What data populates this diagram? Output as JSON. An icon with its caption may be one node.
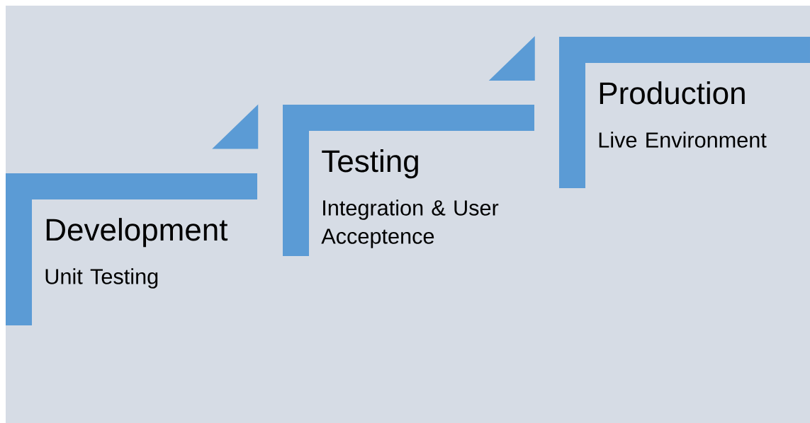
{
  "diagram": {
    "nodes": [
      {
        "text": [
          "Development",
          "Unit Testing"
        ]
      },
      {
        "text": [
          "Testing",
          "Integration & User Acceptence"
        ]
      },
      {
        "text": [
          "Production",
          "Live Environment"
        ]
      }
    ]
  }
}
